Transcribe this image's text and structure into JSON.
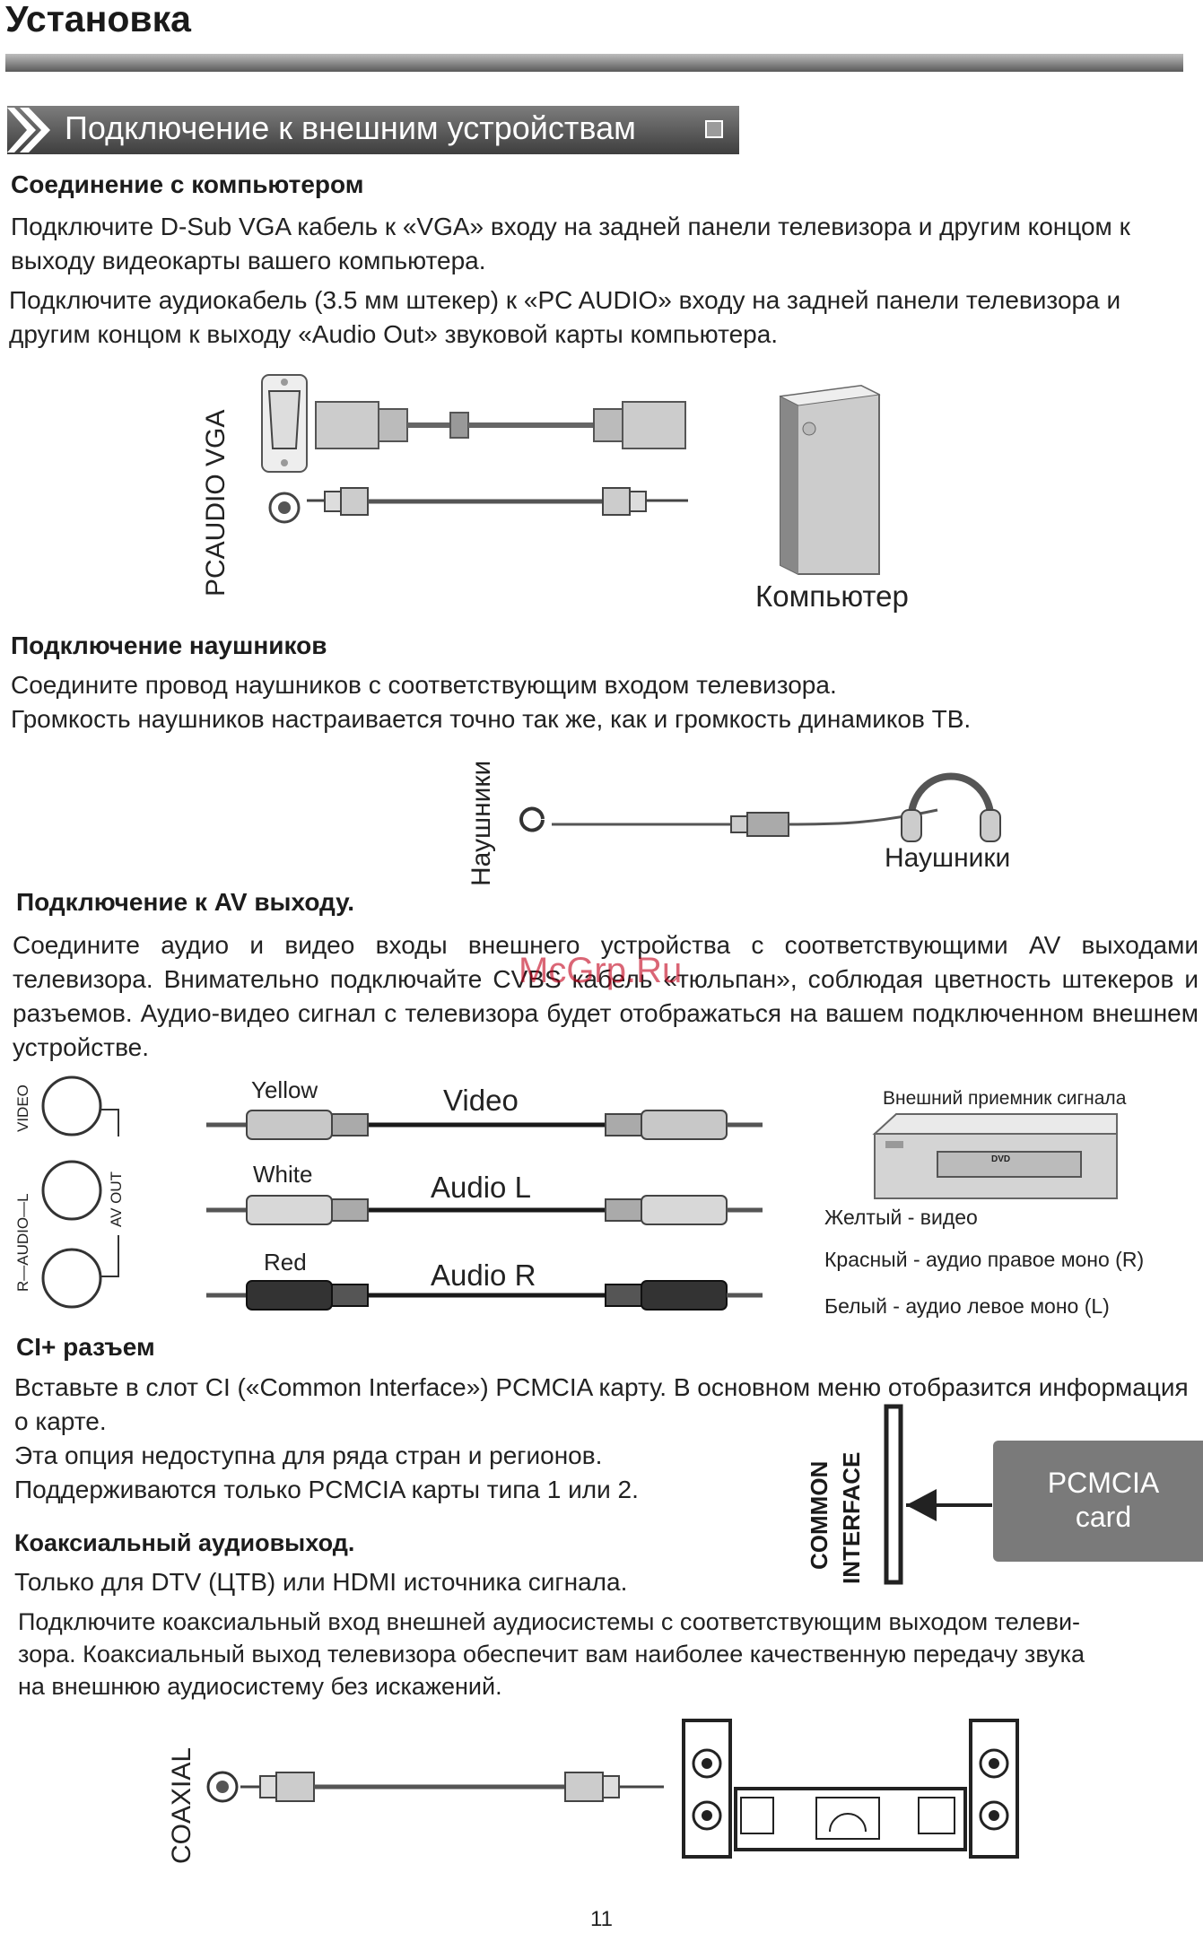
{
  "header": {
    "title": "Установка"
  },
  "banner": {
    "title": "Подключение к внешним устройствам"
  },
  "pc": {
    "heading": "Соединение с компьютером",
    "p1": "Подключите D-Sub VGA кабель к «VGA» входу на задней панели телевизора и другим концом к выходу видеокарты вашего компьютера.",
    "p2": "Подключите аудиокабель (3.5 мм штекер) к «PC AUDIO» входу на задней панели телевизора и другим концом к выходу «Audio Out» звуковой карты компьютера.",
    "port_label": "PCAUDIO  VGA",
    "computer_label": "Компьютер"
  },
  "headphones": {
    "heading": "Подключение наушников",
    "p1": "Соедините провод наушников с соответствующим входом телевизора.",
    "p2": "Громкость наушников настраивается точно так же, как и громкость динамиков ТВ.",
    "port_label": "Наушники",
    "device_label": "Наушники"
  },
  "av": {
    "heading": "Подключение к AV выходу.",
    "p1": "Соедините аудио и видео входы внешнего устройства с соответствующими AV выходами телевизора. Внимательно подключайте CVBS кабель «тюльпан», соблюдая цветность штекеров и разъемов. Аудио-видео сигнал с телевизора будет отображаться на вашем подключенном внешнем устройстве.",
    "port_video": "VIDEO",
    "port_audio": "R—AUDIO—L",
    "port_avout": "AV OUT",
    "cables": [
      {
        "color": "Yellow",
        "signal": "Video"
      },
      {
        "color": "White",
        "signal": "Audio L"
      },
      {
        "color": "Red",
        "signal": "Audio R"
      }
    ],
    "receiver_label": "Внешний приемник сигнала",
    "dvd_label": "DVD",
    "legend": [
      "Желтый - видео",
      "Красный - аудио правое моно (R)",
      "Белый - аудио левое моно (L)"
    ]
  },
  "ci": {
    "heading": "CI+ разъем",
    "p1": "Вставьте в слот CI («Common Interface») PCMCIA карту. В основном меню отобразится информация о карте.",
    "p2": "Эта опция недоступна для ряда стран и регионов.",
    "p3": "Поддерживаются только PCMCIA карты типа 1 или 2.",
    "slot_line1": "COMMON",
    "slot_line2": "INTERFACE",
    "card_line1": "PCMCIA",
    "card_line2": "card"
  },
  "coax": {
    "heading": "Коаксиальный аудиовыход.",
    "p1": "Только для DTV (ЦТВ) или HDMI источника сигнала.",
    "p2a": "Подключите коаксиальный вход внешней аудиосистемы с соответствующим выходом телеви-",
    "p2b": "зора. Коаксиальный выход телевизора обеспечит вам наиболее качественную передачу звука",
    "p2c": "на внешнюю аудиосистему без искажений.",
    "port_label": "COAXIAL"
  },
  "watermark": "McGrp.Ru",
  "page_number": "11"
}
